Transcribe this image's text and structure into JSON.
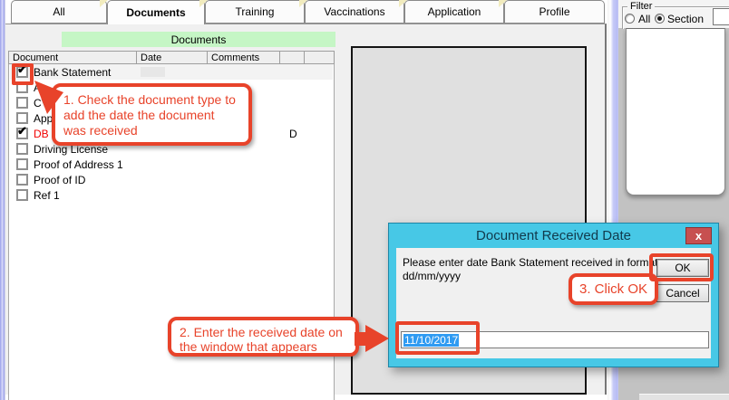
{
  "tabs": {
    "items": [
      "All",
      "Documents",
      "Training",
      "Vaccinations",
      "Application",
      "Profile"
    ],
    "active": "Documents"
  },
  "documents": {
    "header": "Documents",
    "columns": [
      "Document",
      "Date",
      "Comments",
      "",
      ""
    ],
    "rows": [
      {
        "label": "Bank Statement",
        "check": "✔"
      },
      {
        "label": "Ap",
        "check": ""
      },
      {
        "label": "CV",
        "check": ""
      },
      {
        "label": "App",
        "check": ""
      },
      {
        "label": "DB",
        "check": "✔",
        "extra": "D"
      },
      {
        "label": "Driving License",
        "check": ""
      },
      {
        "label": "Proof of Address 1",
        "check": ""
      },
      {
        "label": "Proof of ID",
        "check": ""
      },
      {
        "label": "Ref 1",
        "check": ""
      }
    ]
  },
  "filter": {
    "title": "Filter",
    "options": [
      {
        "label": "All",
        "selected": false
      },
      {
        "label": "Section",
        "selected": true
      }
    ]
  },
  "dialog": {
    "title": "Document Received Date",
    "close_label": "x",
    "message_line1": "Please enter date Bank Statement  received in format",
    "message_line2": "dd/mm/yyyy",
    "ok_label": "OK",
    "cancel_label": "Cancel",
    "date_value": "11/10/2017"
  },
  "annotations": {
    "step1": "1. Check the document type to add the date the document was received",
    "step2": "2. Enter the received date on the window that appears",
    "step3": "3. Click OK"
  },
  "colors": {
    "annotation_accent": "#e8432a",
    "dialog_titlebar": "#47c8e6",
    "close_button": "#c75050",
    "section_header_green": "#c5f6c5",
    "text_selection_blue": "#2f9bf2",
    "lavender_strip": "#c6caf7"
  }
}
